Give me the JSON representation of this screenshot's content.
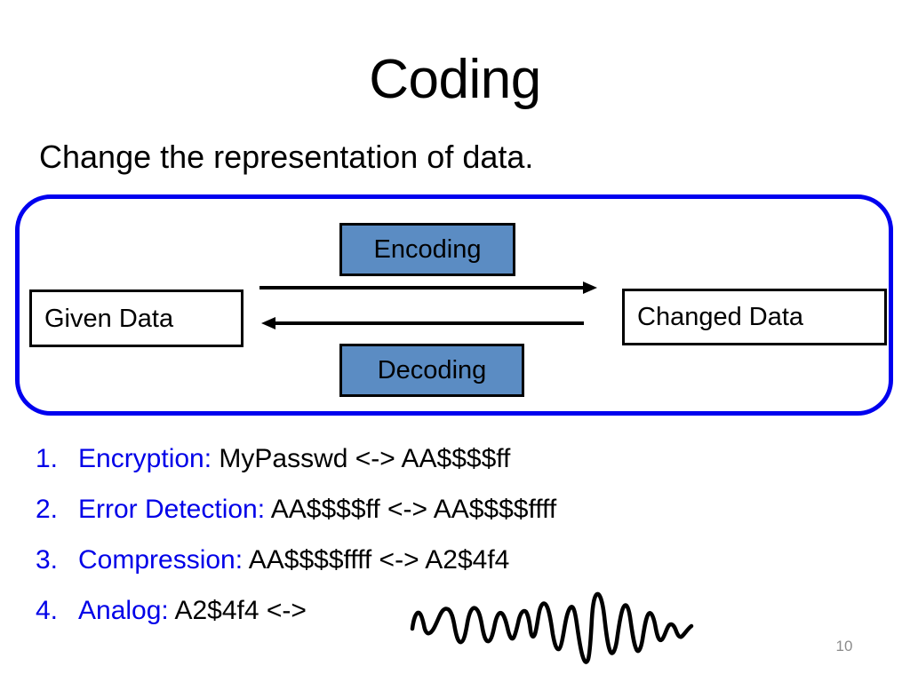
{
  "slide": {
    "title": "Coding",
    "subtitle": "Change the representation of data.",
    "page_number": "10"
  },
  "diagram": {
    "given_data_label": "Given Data",
    "changed_data_label": "Changed Data",
    "encoding_label": "Encoding",
    "decoding_label": "Decoding",
    "frame_color": "#0000ef",
    "codec_fill_color": "#5b8cc3",
    "arrow_forward_name": "encoding-arrow-right",
    "arrow_backward_name": "decoding-arrow-left"
  },
  "list": {
    "accent_color": "#0000e8",
    "items": [
      {
        "number": "1.",
        "label": "Encryption:",
        "value": "MyPasswd  <-> AA$$$$ff"
      },
      {
        "number": "2.",
        "label": "Error Detection:",
        "value": "AA$$$$ff <-> AA$$$$ffff"
      },
      {
        "number": "3.",
        "label": "Compression:",
        "value": "AA$$$$ffff <-> A2$4f4"
      },
      {
        "number": "4.",
        "label": "Analog:",
        "value": "A2$4f4 <->"
      }
    ]
  },
  "waveform": {
    "name": "analog-waveform-sketch",
    "stroke_color": "#000000"
  }
}
